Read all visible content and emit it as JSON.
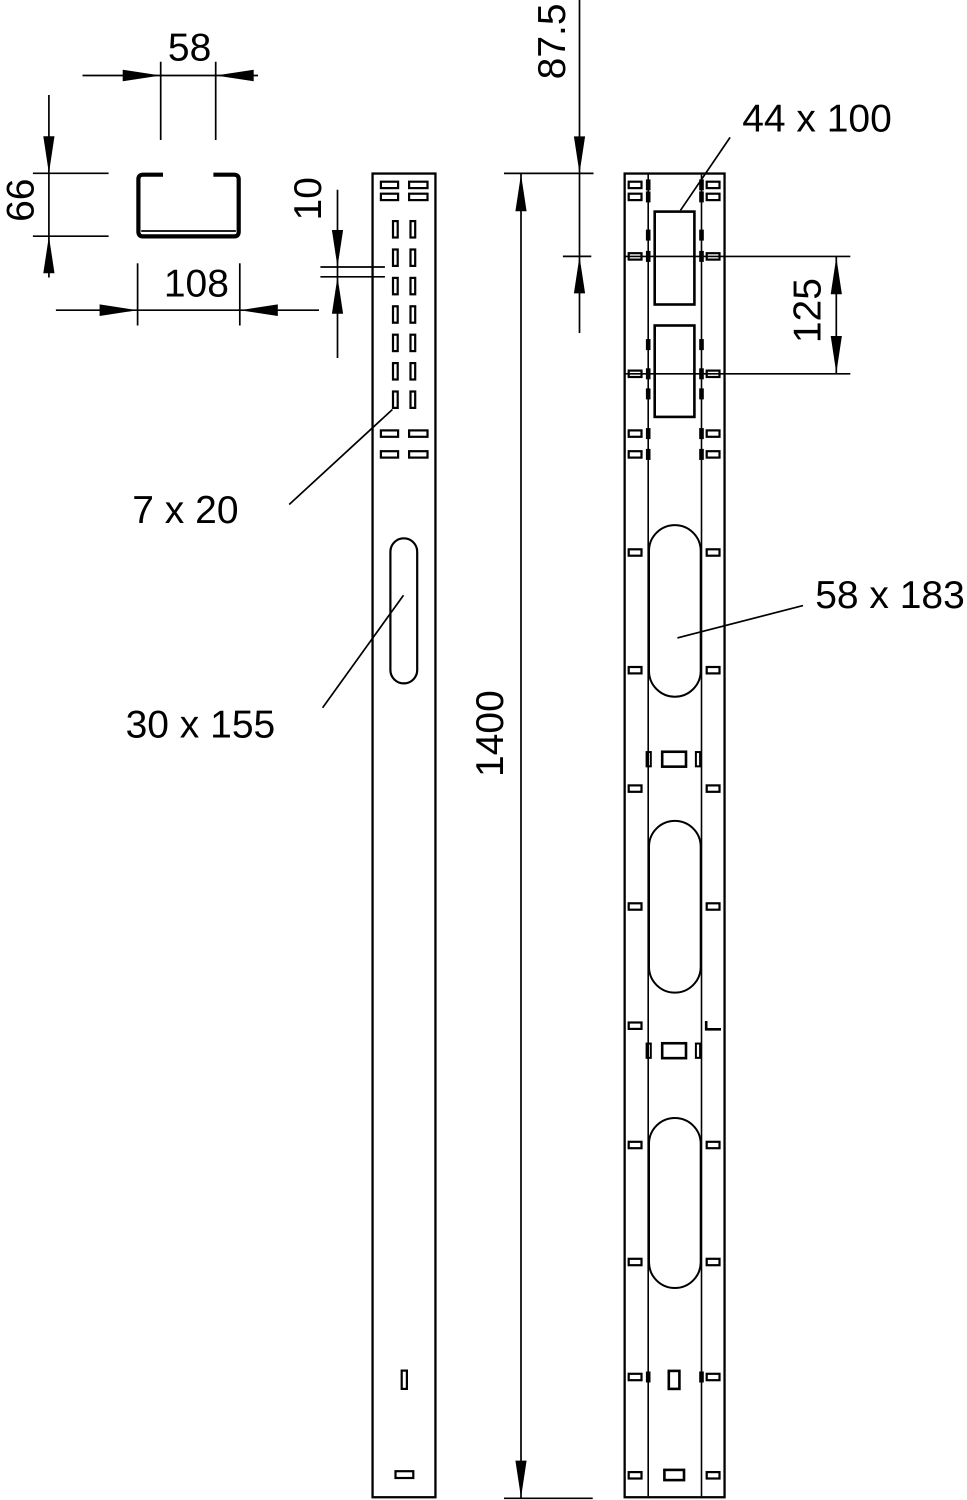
{
  "drawing": {
    "type": "technical-drawing",
    "background_color": "#ffffff",
    "line_color": "#000000",
    "views": {
      "cross_section": "profile cross-section",
      "side": "side elevation",
      "front": "front elevation"
    },
    "dimensions": {
      "opening_width": "58",
      "profile_height": "66",
      "base_width": "108",
      "slot_gap": "10",
      "total_length": "1400",
      "first_hole_offset": "87.5",
      "hole_spacing": "125"
    },
    "hole_labels": {
      "small_slot": "7 x 20",
      "side_oblong": "30 x 155",
      "rect_hole": "44 x 100",
      "front_oblong": "58 x 183"
    }
  }
}
